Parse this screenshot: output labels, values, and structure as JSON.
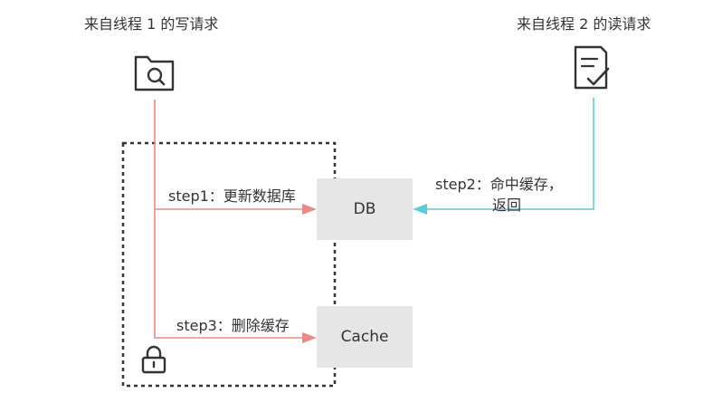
{
  "write_request": {
    "title": "来自线程 1 的写请求",
    "icon": "folder-search-icon"
  },
  "read_request": {
    "title": "来自线程 2 的读请求",
    "icon": "document-check-icon"
  },
  "db": {
    "label": "DB"
  },
  "cache": {
    "label": "Cache"
  },
  "steps": {
    "step1": "step1：更新数据库",
    "step2_line1": "step2：命中缓存，",
    "step2_line2": "返回",
    "step3": "step3：删除缓存"
  },
  "lock": {
    "icon": "lock-icon"
  },
  "colors": {
    "write_line": "#e88a8a",
    "read_line": "#5fcbd6",
    "box_fill": "#e6e6e6",
    "dashed_border": "#333333"
  }
}
